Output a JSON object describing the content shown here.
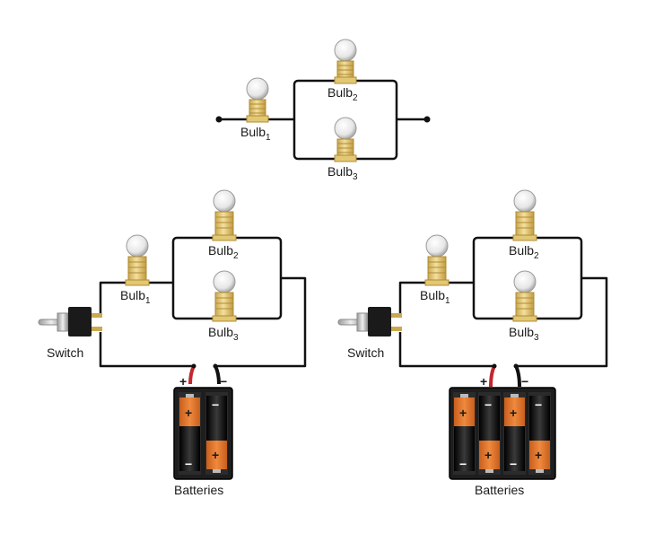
{
  "labels": {
    "bulb_prefix": "Bulb",
    "sub1": "1",
    "sub2": "2",
    "sub3": "3",
    "switch": "Switch",
    "batteries": "Batteries",
    "plus": "+",
    "minus": "−"
  },
  "colors": {
    "wire": "#111111",
    "battery_case": "#1e1e1e",
    "battery_orange": "#e0762f",
    "bulb_base": "#e9cf86",
    "red_lead": "#c1272d"
  }
}
